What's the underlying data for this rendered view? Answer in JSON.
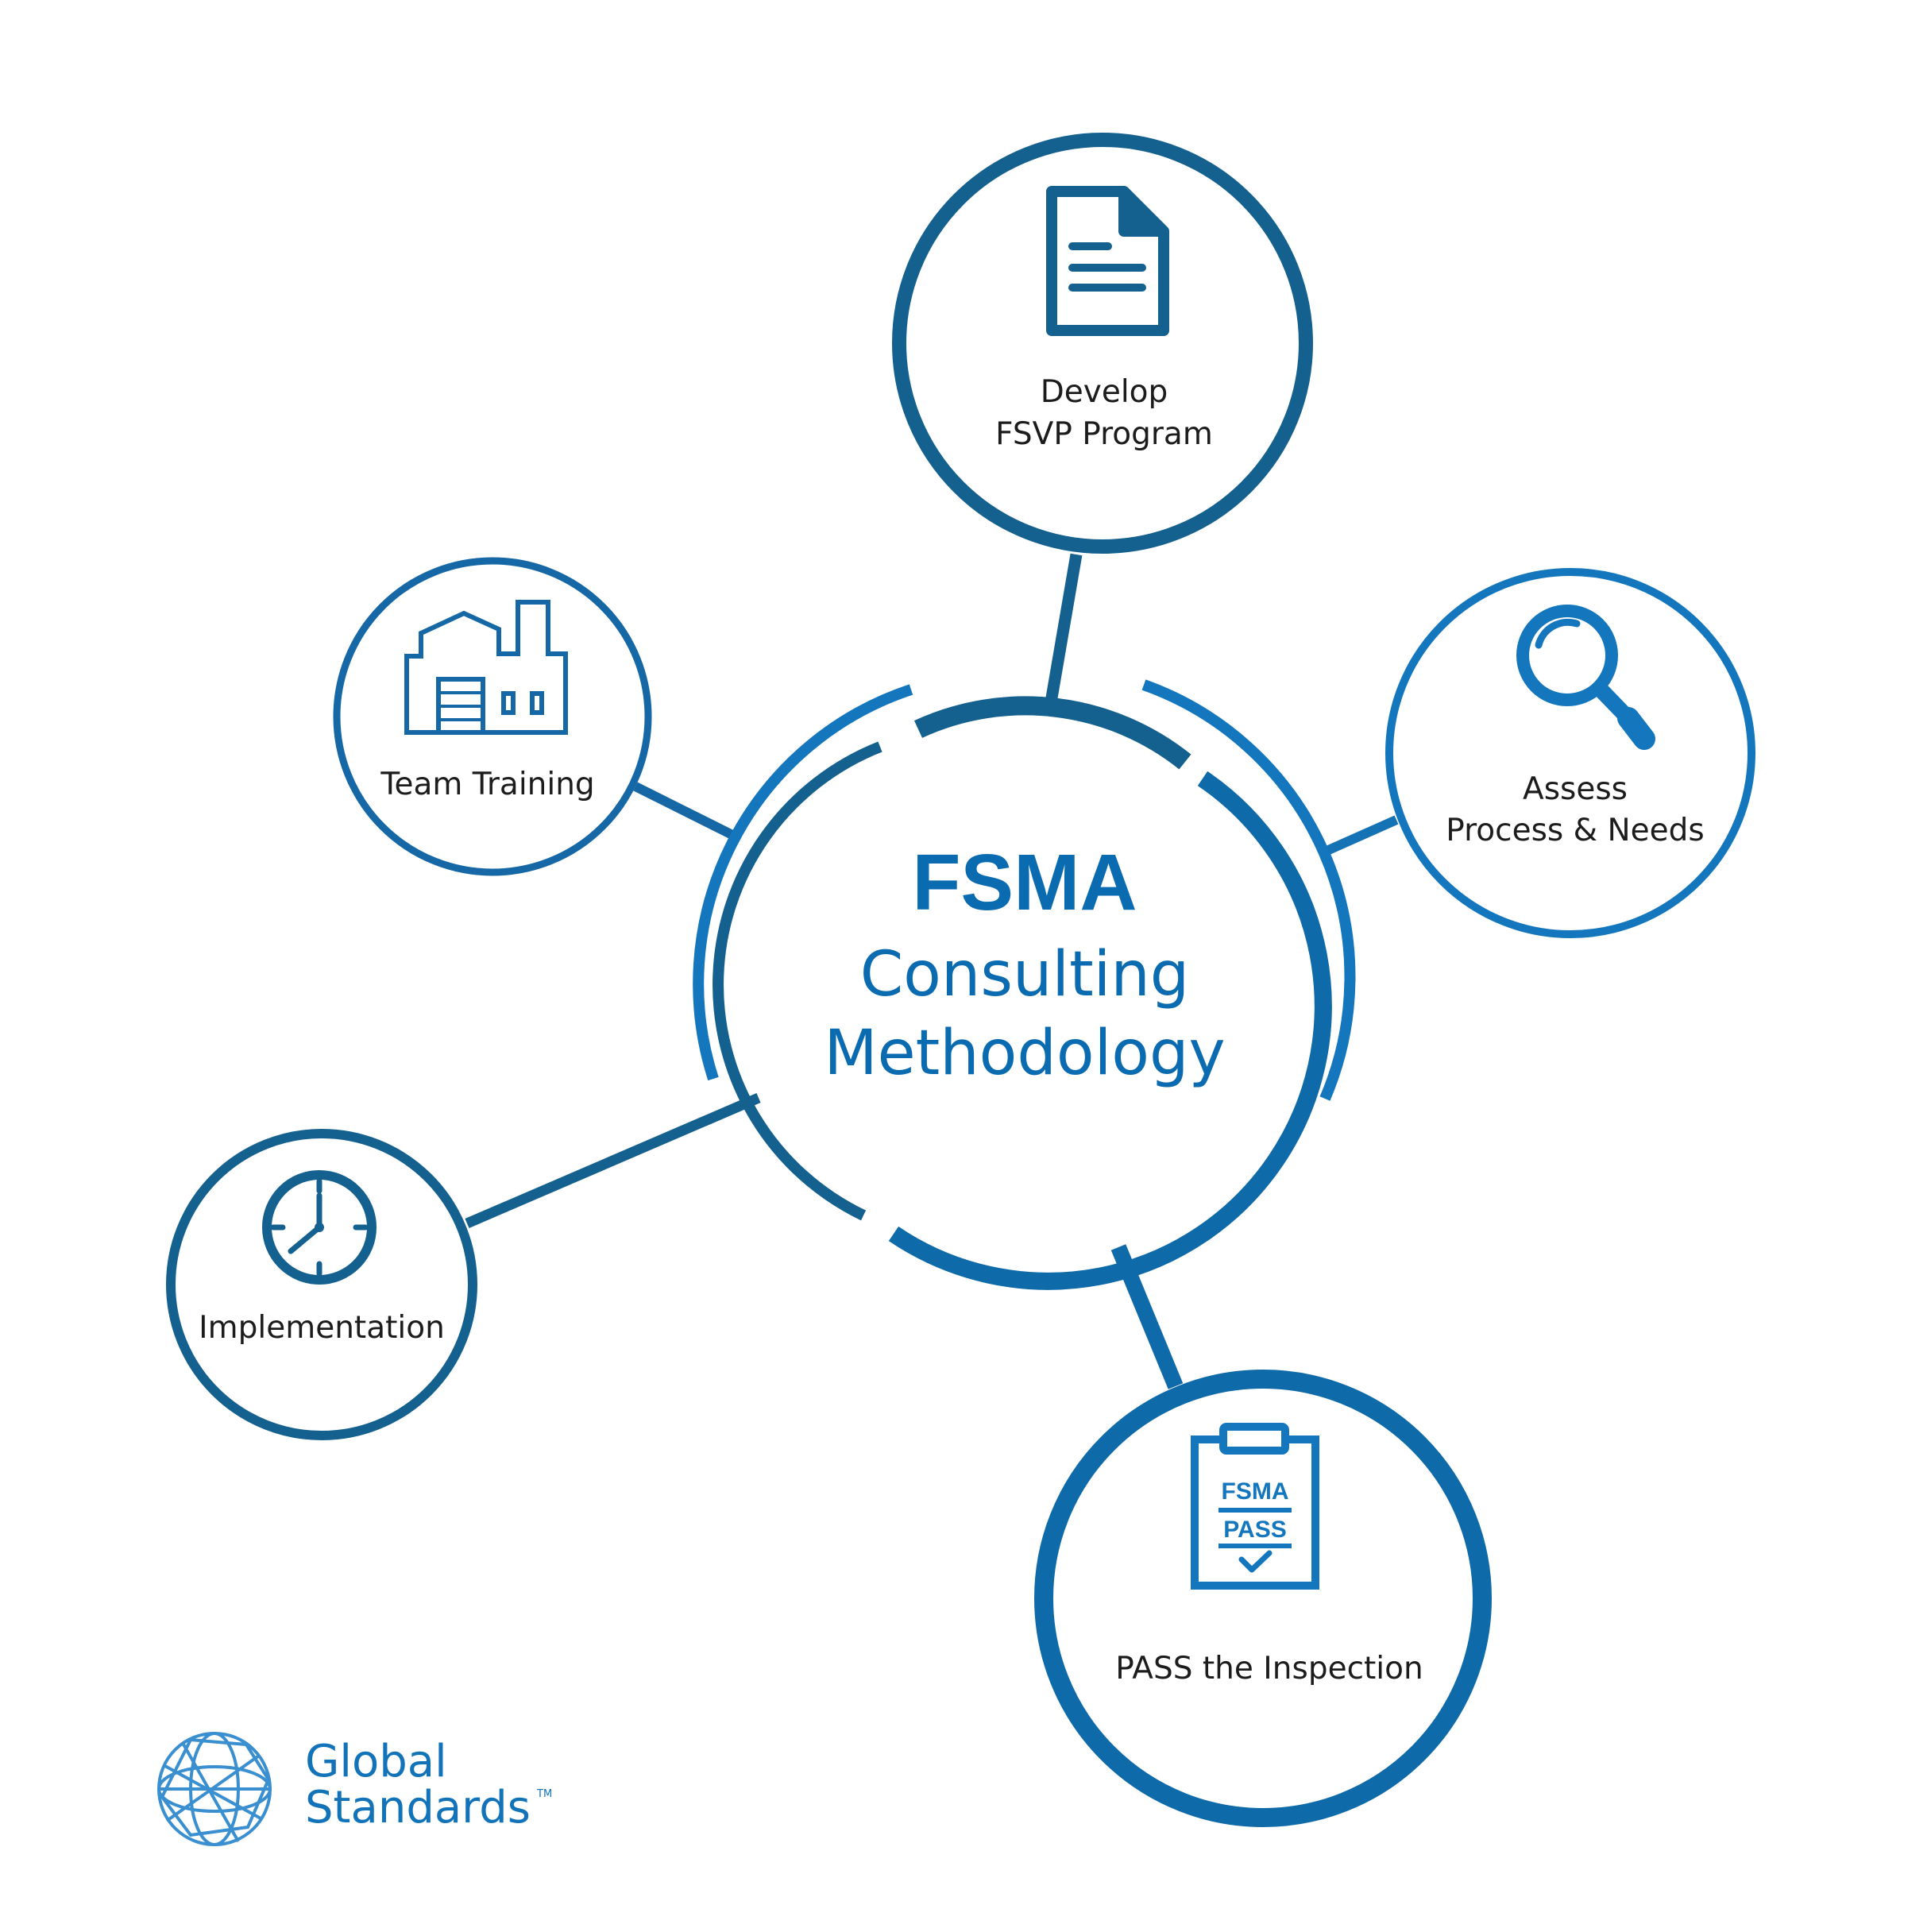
{
  "center": {
    "title": "FSMA",
    "line1": "Consulting",
    "line2": "Methodology"
  },
  "nodes": [
    {
      "id": "develop",
      "label_lines": [
        "Develop",
        "FSVP Program"
      ],
      "icon": "document-icon"
    },
    {
      "id": "assess",
      "label_lines": [
        "Assess",
        "Process & Needs"
      ],
      "icon": "magnifier-icon"
    },
    {
      "id": "pass",
      "label_lines": [
        "PASS the Inspection"
      ],
      "icon": "clipboard-icon"
    },
    {
      "id": "implementation",
      "label_lines": [
        "Implementation"
      ],
      "icon": "clock-icon"
    },
    {
      "id": "training",
      "label_lines": [
        "Team Training"
      ],
      "icon": "factory-icon"
    }
  ],
  "clipboard": {
    "top_text": "FSMA",
    "badge_text": "PASS"
  },
  "logo": {
    "line1": "Global",
    "line2": "Standards",
    "tm": "TM",
    "icon": "globe-icon"
  },
  "colors": {
    "dark_blue": "#14608f",
    "mid_blue": "#0e6aa8",
    "bright_blue": "#1477be",
    "text": "#1c1c1c"
  }
}
